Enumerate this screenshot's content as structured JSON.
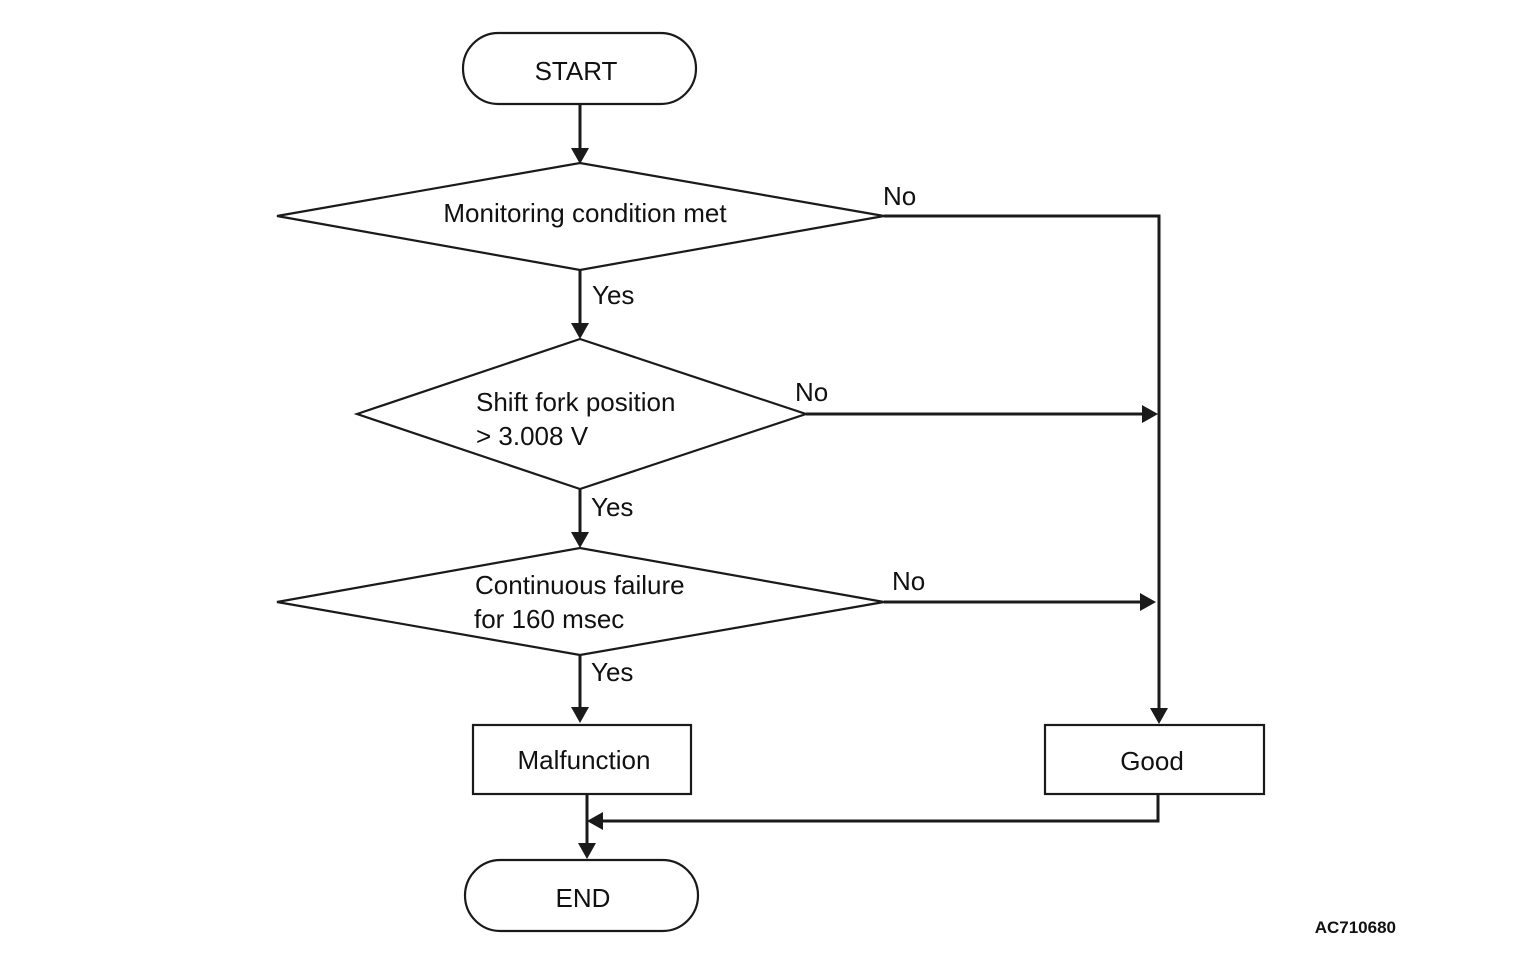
{
  "nodes": {
    "start": "START",
    "decision1": "Monitoring condition met",
    "decision2_line1": "Shift fork position",
    "decision2_line2": "> 3.008 V",
    "decision3_line1": "Continuous failure",
    "decision3_line2": "for 160 msec",
    "malfunction": "Malfunction",
    "good": "Good",
    "end": "END"
  },
  "edges": {
    "d1_yes": "Yes",
    "d1_no": "No",
    "d2_yes": "Yes",
    "d2_no": "No",
    "d3_yes": "Yes",
    "d3_no": "No"
  },
  "figure_code": "AC710680"
}
